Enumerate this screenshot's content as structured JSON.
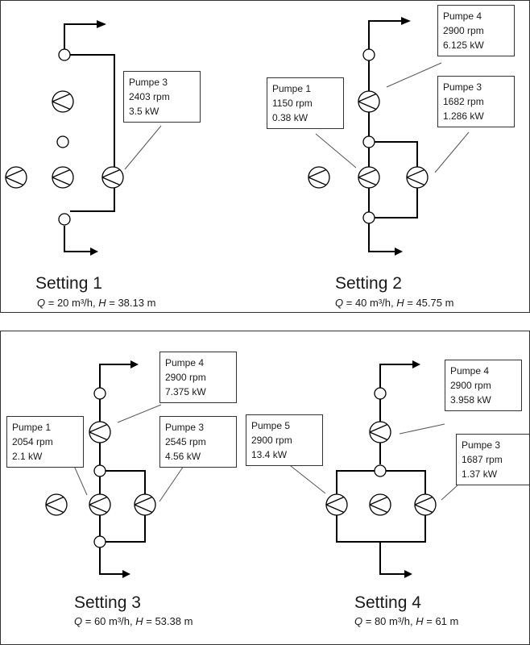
{
  "settings": [
    {
      "title": "Setting 1",
      "q_var": "Q",
      "q_val": " = 20 m³/h, ",
      "h_var": "H",
      "h_val": " = 38.13 m",
      "labels": [
        {
          "name": "Pumpe 3",
          "rpm": "2403 rpm",
          "power": "3.5 kW"
        }
      ]
    },
    {
      "title": "Setting 2",
      "q_var": "Q",
      "q_val": " = 40 m³/h, ",
      "h_var": "H",
      "h_val": " = 45.75 m",
      "labels": [
        {
          "name": "Pumpe 4",
          "rpm": "2900 rpm",
          "power": "6.125 kW"
        },
        {
          "name": "Pumpe 1",
          "rpm": "1150 rpm",
          "power": "0.38 kW"
        },
        {
          "name": "Pumpe 3",
          "rpm": "1682 rpm",
          "power": "1.286 kW"
        }
      ]
    },
    {
      "title": "Setting 3",
      "q_var": "Q",
      "q_val": " = 60 m³/h, ",
      "h_var": "H",
      "h_val": " = 53.38 m",
      "labels": [
        {
          "name": "Pumpe 4",
          "rpm": "2900 rpm",
          "power": "7.375 kW"
        },
        {
          "name": "Pumpe 1",
          "rpm": "2054 rpm",
          "power": "2.1 kW"
        },
        {
          "name": "Pumpe 3",
          "rpm": "2545 rpm",
          "power": "4.56 kW"
        }
      ]
    },
    {
      "title": "Setting 4",
      "q_var": "Q",
      "q_val": " = 80 m³/h, ",
      "h_var": "H",
      "h_val": " = 61 m",
      "labels": [
        {
          "name": "Pumpe 4",
          "rpm": "2900 rpm",
          "power": "3.958 kW"
        },
        {
          "name": "Pumpe 5",
          "rpm": "2900 rpm",
          "power": "13.4 kW"
        },
        {
          "name": "Pumpe 3",
          "rpm": "1687 rpm",
          "power": "1.37 kW"
        }
      ]
    }
  ]
}
